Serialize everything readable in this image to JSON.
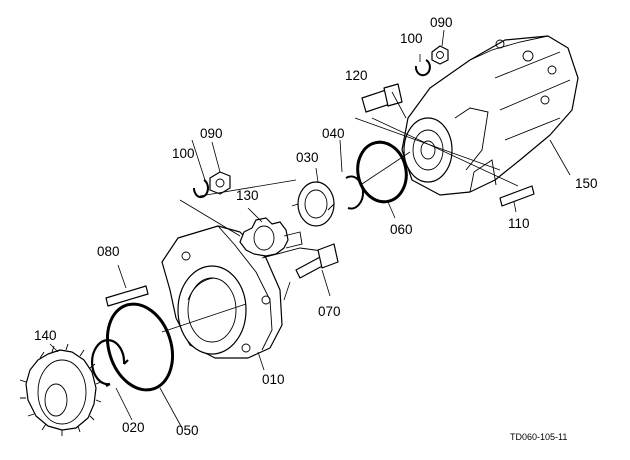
{
  "callouts": {
    "p010": "010",
    "p020": "020",
    "p030": "030",
    "p040": "040",
    "p050": "050",
    "p060": "060",
    "p070": "070",
    "p080": "080",
    "p090a": "090",
    "p090b": "090",
    "p100a": "100",
    "p100b": "100",
    "p110": "110",
    "p120": "120",
    "p130": "130",
    "p140": "140",
    "p150": "150"
  },
  "drawing_code": "TD060-105-11"
}
